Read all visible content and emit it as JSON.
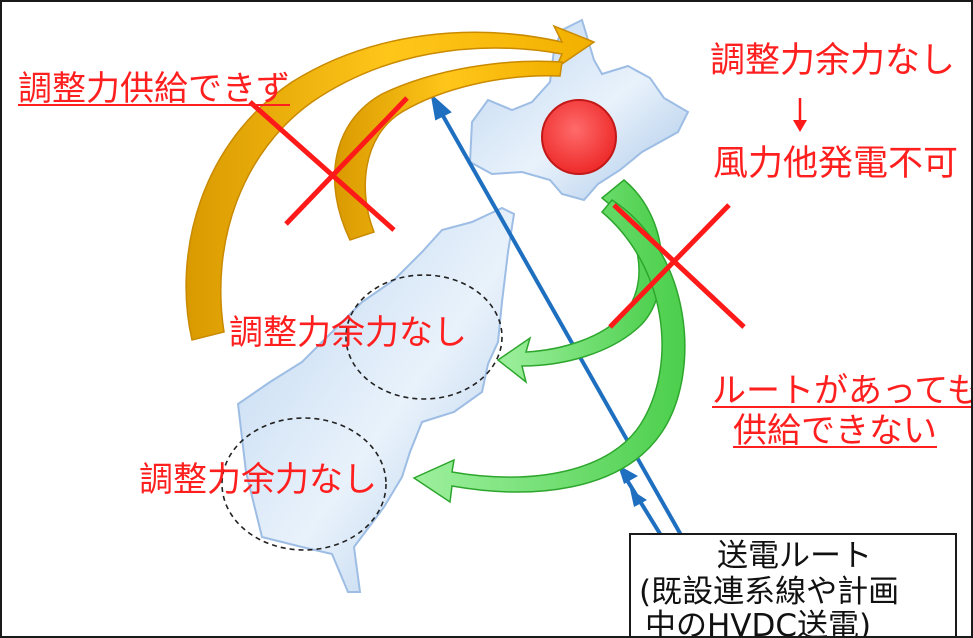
{
  "labels": {
    "no_supply_left": "調整力供給できず",
    "hokkaido_no_reserve": "調整力余力なし",
    "arrow_down": "↓",
    "wind_not_possible": "風力他発電不可",
    "honshu_north_no_reserve": "調整力余力なし",
    "honshu_south_no_reserve": "調整力余力なし",
    "route_cannot_supply_1": "ルートがあっても",
    "route_cannot_supply_2": "供給できない"
  },
  "route_box": {
    "line1": "送電ルート",
    "line2": "(既設連系線や計画",
    "line3": "中のHVDC送電)"
  },
  "colors": {
    "red_text": "#ff1f1f",
    "cross_red": "#ff1a1a",
    "orange_arrow": "#f5b800",
    "green_arrow": "#66dd66",
    "blue_route": "#1f6fc0",
    "map_blue": "#a9c8ea",
    "dot_red": "#ff4444"
  }
}
